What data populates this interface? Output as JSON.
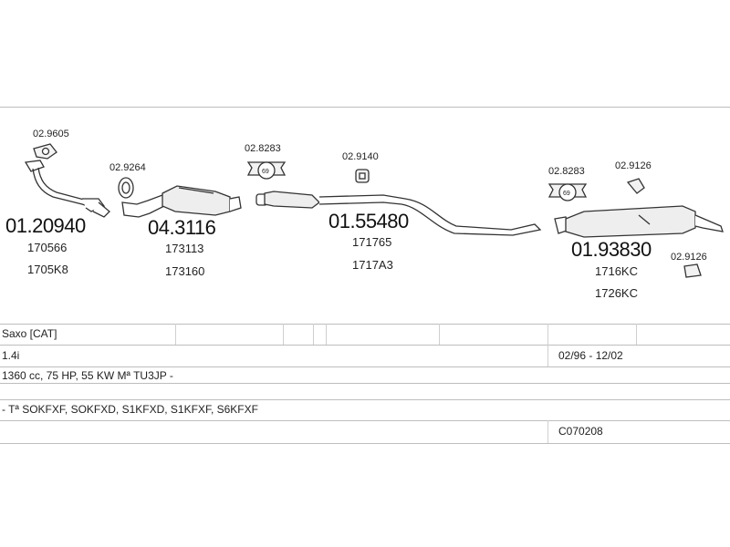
{
  "parts": [
    {
      "code": "01.20940",
      "refs": [
        "170566",
        "1705K8"
      ]
    },
    {
      "code": "04.3116",
      "refs": [
        "173113",
        "173160"
      ]
    },
    {
      "code": "01.55480",
      "refs": [
        "171765",
        "1717A3"
      ]
    },
    {
      "code": "01.93830",
      "refs": [
        "1716KC",
        "1726KC"
      ]
    }
  ],
  "small_parts": [
    "02.9605",
    "02.9264",
    "02.8283",
    "02.9140",
    "02.8283",
    "02.9126",
    "02.9126"
  ],
  "clamp_label": "69",
  "table": {
    "model": "Saxo  [CAT]",
    "engine": "1.4i",
    "dates": "02/96 - 12/02",
    "spec": "1360 cc, 75 HP, 55 KW Mª TU3JP -",
    "types": "- Tª SOKFXF, SOKFXD, S1KFXD, S1KFXF, S6KFXF",
    "catalog_no": "C070208"
  }
}
